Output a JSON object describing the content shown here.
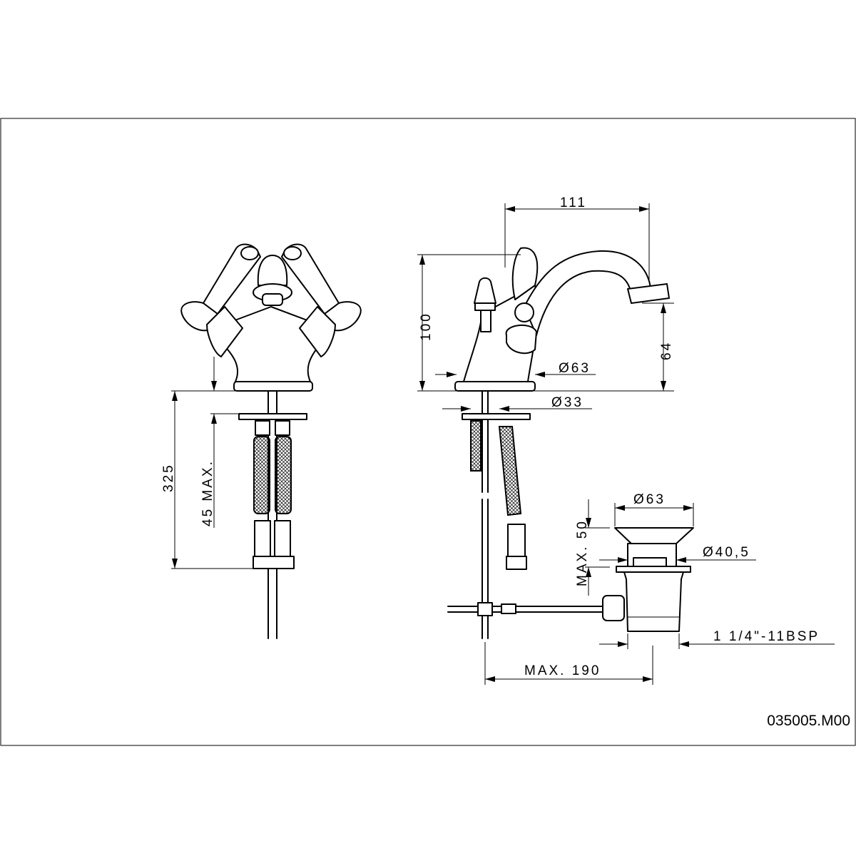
{
  "drawing": {
    "code": "035005.M00",
    "front_view": {
      "height_total": "325",
      "deck_thickness": "45 MAX."
    },
    "side_view": {
      "spout_reach": "111",
      "height": "100",
      "spout_height": "64",
      "base_diameter": "Ø63",
      "hole_diameter": "Ø33"
    },
    "waste": {
      "flange_diameter": "Ø63",
      "max_thickness": "MAX. 50",
      "body_diameter": "Ø40,5",
      "thread": "1 1/4\"-11BSP",
      "rod_length": "MAX. 190"
    }
  }
}
